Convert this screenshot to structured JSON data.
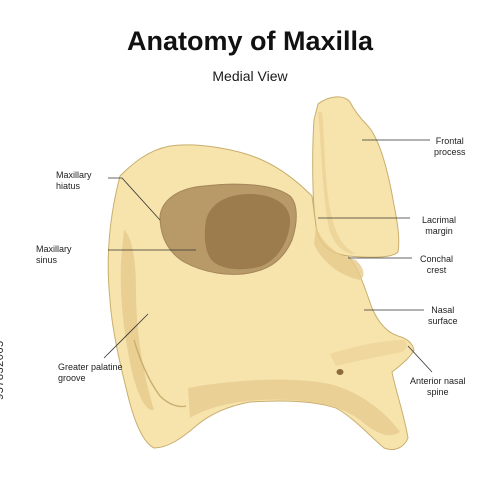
{
  "title": "Anatomy of Maxilla",
  "subtitle": "Medial View",
  "colors": {
    "bone": "#f7e4ad",
    "bone_outline": "#c9ae6e",
    "bone_shadow": "#e4c88a",
    "sinus_outer": "#b89a68",
    "sinus_inner": "#9c7c4d",
    "leader_line": "#333333"
  },
  "labels": {
    "maxillary_hiatus": "Maxillary\nhiatus",
    "maxillary_sinus": "Maxillary\nsinus",
    "greater_palatine_groove": "Greater palatine\ngroove",
    "frontal_process": "Frontal\nprocess",
    "lacrimal_margin": "Lacrimal\nmargin",
    "conchal_crest": "Conchal\ncrest",
    "nasal_surface": "Nasal\nsurface",
    "anterior_nasal_spine": "Anterior nasal\nspine"
  },
  "stock_id": "957832065"
}
